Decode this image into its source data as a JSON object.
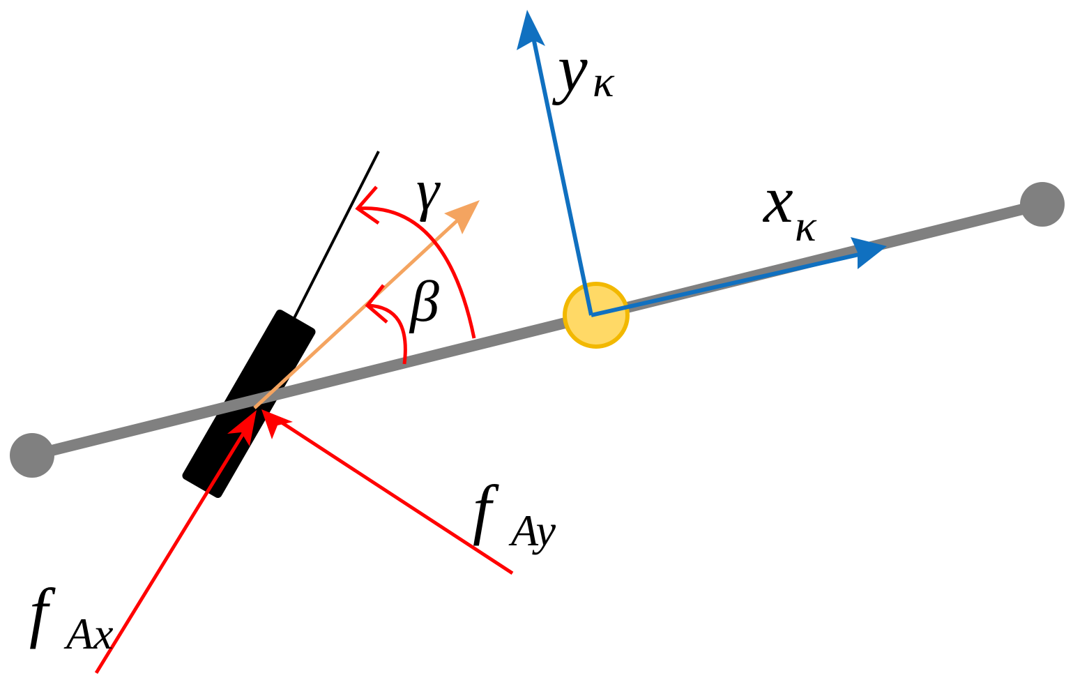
{
  "diagram": {
    "labels": {
      "x_kappa": {
        "base": "x",
        "sub": "κ"
      },
      "y_kappa": {
        "base": "y",
        "sub": "κ"
      },
      "gamma": "γ",
      "beta": "β",
      "f_Ax": {
        "base": "f",
        "sub": "Ax"
      },
      "f_Ay": {
        "base": "f",
        "sub": "Ay"
      }
    },
    "colors": {
      "bar": "#808080",
      "pivot": "#FFD966",
      "pivot_stroke": "#F2B800",
      "axes": "#1070C0",
      "force": "#FF0000",
      "direction": "#F4A460",
      "wheel": "#000000"
    }
  }
}
